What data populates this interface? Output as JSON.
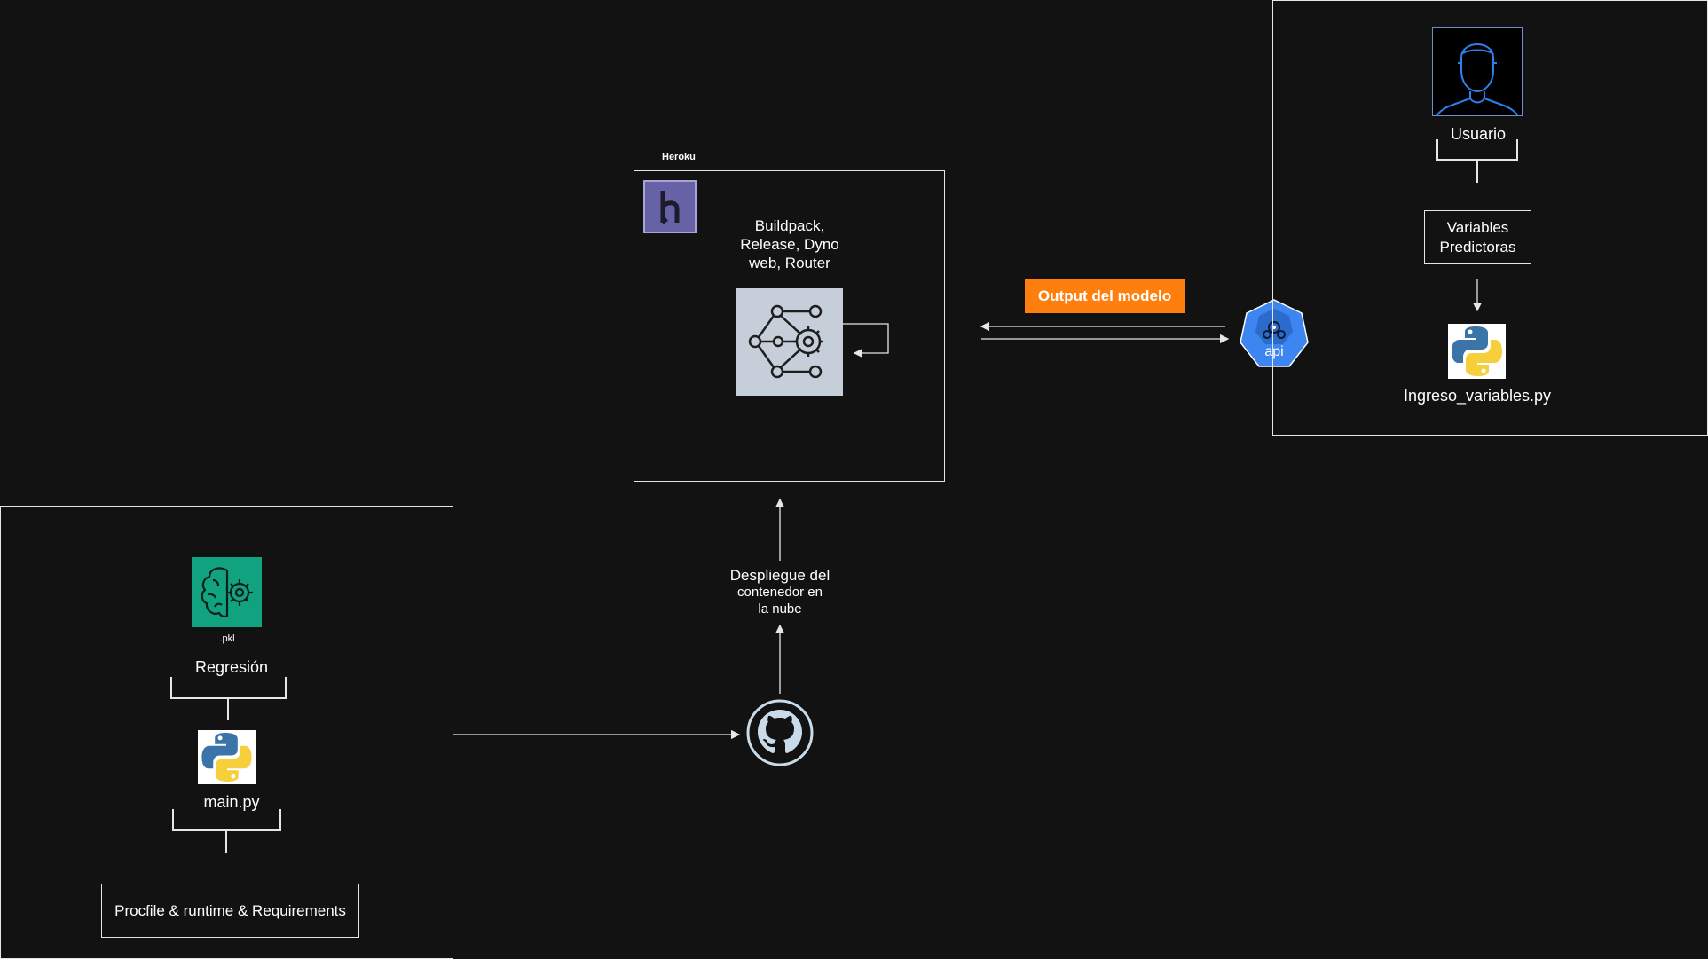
{
  "heroku": {
    "label": "Heroku",
    "icon": "heroku-logo-icon",
    "description_lines": [
      "Buildpack,",
      "Release, Dyno",
      "web, Router"
    ],
    "process_icon": "neural-network-gear-icon",
    "colors": {
      "logo_bg": "#6762a6",
      "process_bg": "#c6cfd9"
    }
  },
  "output_badge": {
    "label": "Output del modelo",
    "color": "#ff7f0e"
  },
  "api": {
    "label": "api",
    "icon": "kubernetes-api-icon",
    "color": "#3d86f2"
  },
  "user_panel": {
    "user_label": "Usuario",
    "user_icon": "user-avatar-icon",
    "variables_lines": [
      "Variables",
      "Predictoras"
    ],
    "script_label": "Ingreso_variables.py",
    "script_icon": "python-logo-icon"
  },
  "deploy": {
    "lines": [
      "Despliegue del",
      "contenedor en",
      "la nube"
    ],
    "github_icon": "github-icon"
  },
  "local_panel": {
    "model_icon": "ml-brain-gear-icon",
    "model_ext": ".pkl",
    "model_label": "Regresión",
    "script_icon": "python-logo-icon",
    "script_label": "main.py",
    "files_label": "Procfile & runtime & Requirements",
    "colors": {
      "model_bg": "#11a37f"
    }
  }
}
